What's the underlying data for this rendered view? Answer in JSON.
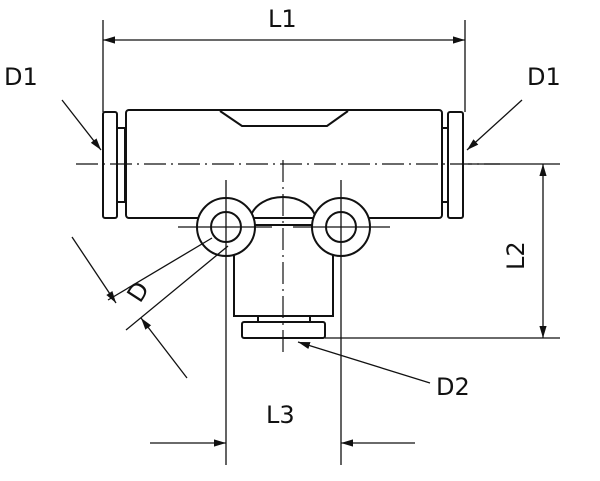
{
  "drawing": {
    "title": "Push-in tee fitting dimension drawing",
    "labels": {
      "l1": "L1",
      "l2": "L2",
      "l3": "L3",
      "d1_left": "D1",
      "d1_right": "D1",
      "d": "D",
      "d2": "D2"
    },
    "line_color": "#111111"
  }
}
